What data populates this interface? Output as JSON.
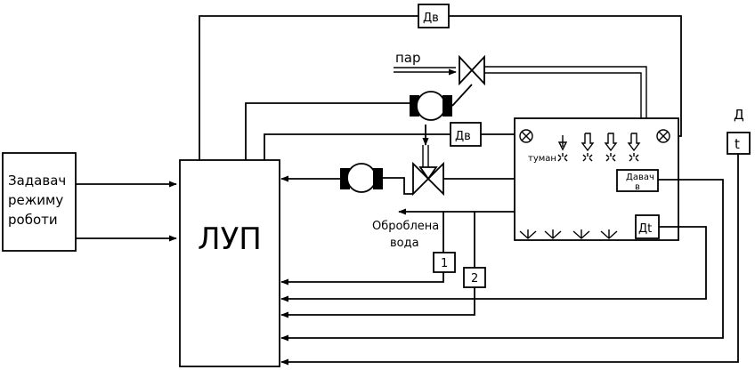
{
  "labels": {
    "controller": "ЛУП",
    "setter_line1": "Задавач",
    "setter_line2": "режиму",
    "setter_line3": "роботи",
    "sensor_top": "Дв",
    "sensor_mid": "Дв",
    "steam": "пар",
    "fog": "туман",
    "davach_line1": "Давач",
    "davach_line2": "в",
    "sensor_temp": "Дt",
    "treated_line1": "Оброблена",
    "treated_line2": "вода",
    "box1": "1",
    "box2": "2",
    "d_label": "Д",
    "t_label": "t"
  }
}
